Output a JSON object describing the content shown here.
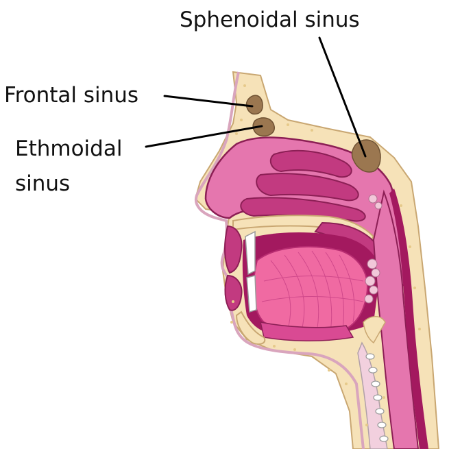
{
  "labels": {
    "sphenoidal": "Sphenoidal sinus",
    "frontal": "Frontal sinus",
    "ethmoidal_line1": "Ethmoidal",
    "ethmoidal_line2": "sinus"
  },
  "colors": {
    "bone": "#f6e2b8",
    "bone_dark": "#e6c98a",
    "soft_tissue": "#f4b3d0",
    "mucosa": "#d94a93",
    "mucosa_dark": "#a3195f",
    "cavity": "#f08ab8",
    "tongue": "#f06aa2",
    "sinus": "#9b7750",
    "skin": "#f2c7d9"
  }
}
